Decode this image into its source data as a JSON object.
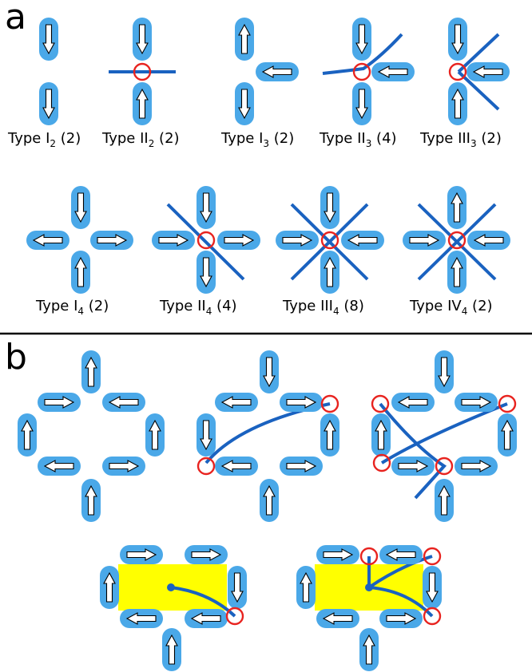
{
  "panel_a": {
    "label": "a",
    "captions": [
      {
        "base": "Type I",
        "sub": "2",
        "rest": " (2)"
      },
      {
        "base": "Type II",
        "sub": "2",
        "rest": " (2)"
      },
      {
        "base": "Type I",
        "sub": "3",
        "rest": " (2)"
      },
      {
        "base": "Type II",
        "sub": "3",
        "rest": " (4)"
      },
      {
        "base": "Type III",
        "sub": "3",
        "rest": " (2)"
      },
      {
        "base": "Type I",
        "sub": "4",
        "rest": " (2)"
      },
      {
        "base": "Type II",
        "sub": "4",
        "rest": " (4)"
      },
      {
        "base": "Type III",
        "sub": "4",
        "rest": " (8)"
      },
      {
        "base": "Type IV",
        "sub": "4",
        "rest": " (2)"
      }
    ]
  },
  "panel_b": {
    "label": "b"
  },
  "colors": {
    "magnet_shell": "#4aa8e8",
    "arrow_fill": "#ffffff",
    "string": "#1a62c0",
    "vertex_circle": "#e8231f",
    "hole_fill": "#ffff00"
  }
}
